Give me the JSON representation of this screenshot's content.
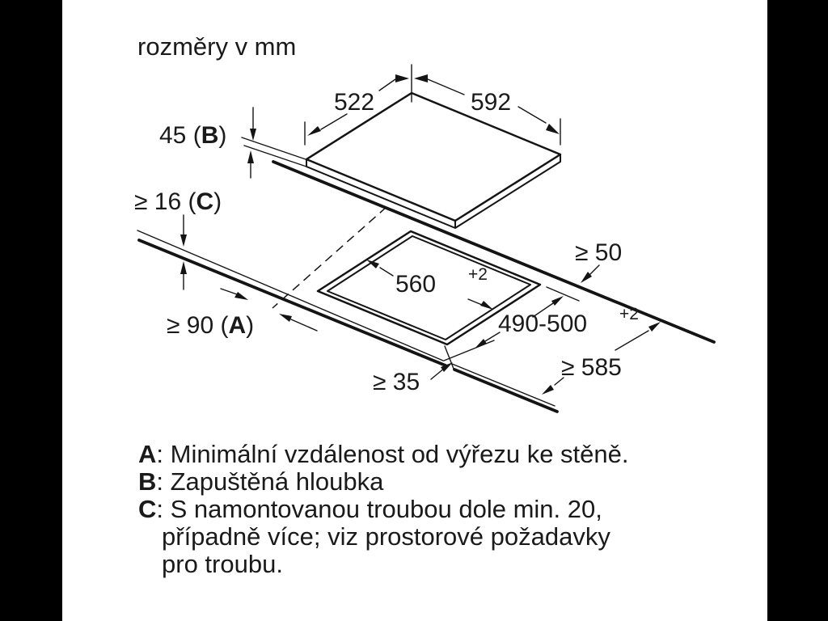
{
  "diagram": {
    "title": "rozměry v mm",
    "labels": {
      "hob_depth": "522",
      "hob_width": "592",
      "recess_prefix": "45 (",
      "recess_letter": "B",
      "recess_suffix": ")",
      "thickness_prefix": "≥ 16 (",
      "thickness_letter": "C",
      "thickness_suffix": ")",
      "wall_prefix": "≥ 90 (",
      "wall_letter": "A",
      "wall_suffix": ")",
      "cutout_width": "560",
      "cutout_width_sup": "+2",
      "cutout_depth": "490-500",
      "cutout_depth_sup": "+2",
      "right_clearance": "≥ 50",
      "front_total": "≥ 585",
      "front_edge": "≥ 35"
    }
  },
  "legend": {
    "items": [
      {
        "letter": "A",
        "text": ": Minimální vzdálenost od výřezu ke stěně."
      },
      {
        "letter": "B",
        "text": ": Zapuštěná hloubka"
      },
      {
        "letter": "C",
        "text": ": S namontovanou troubou dole min. 20,"
      }
    ],
    "c_cont": [
      "případně více; viz prostorové požadavky",
      "pro troubu."
    ]
  },
  "colors": {
    "ink": "#1a1a1a",
    "background": "#ffffff",
    "frame": "#000000"
  }
}
